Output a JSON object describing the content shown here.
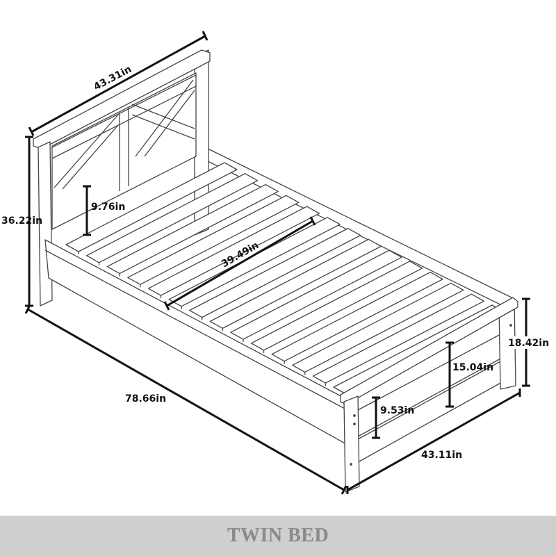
{
  "product_title": "TWIN BED",
  "dimensions": {
    "headboard_width": "43.31in",
    "headboard_height": "36.22in",
    "headboard_panel_height": "9.76in",
    "slat_length": "39.49in",
    "bed_length": "78.66in",
    "footboard_width": "43.11in",
    "footboard_height": "18.42in",
    "footboard_panel_top": "15.04in",
    "footboard_panel_height": "9.53in"
  },
  "colors": {
    "line": "#333333",
    "dimension": "#111111",
    "banner_bg": "#cfcfcf",
    "banner_text": "#8a8a8a"
  }
}
